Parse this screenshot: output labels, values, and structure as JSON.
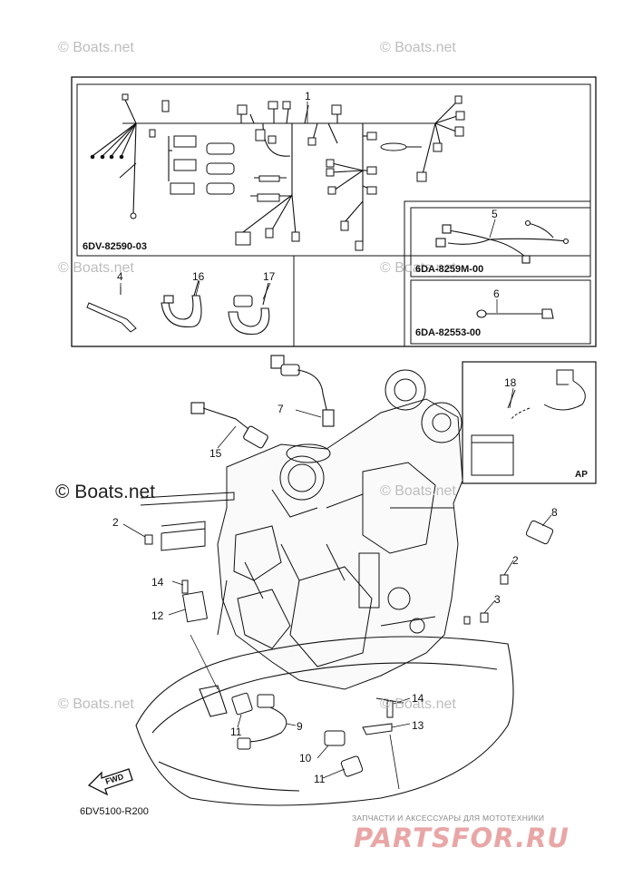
{
  "watermarks": {
    "text": "© Boats.net",
    "large": "© Boats.net"
  },
  "codes": {
    "main_harness": "6DV-82590-03",
    "sub_harness_5": "6DA-8259M-00",
    "lead_6": "6DA-82553-00",
    "figure_id": "6DV5100-R200"
  },
  "labels": {
    "ap": "AP",
    "fwd": "FWD"
  },
  "callouts": {
    "c1": "1",
    "c2a": "2",
    "c2b": "2",
    "c3": "3",
    "c4": "4",
    "c5": "5",
    "c6": "6",
    "c7": "7",
    "c8": "8",
    "c9": "9",
    "c10": "10",
    "c11a": "11",
    "c11b": "11",
    "c12": "12",
    "c13": "13",
    "c14a": "14",
    "c14b": "14",
    "c15": "15",
    "c16": "16",
    "c17": "17",
    "c18": "18"
  },
  "brand": {
    "tagline": "ЗАПЧАСТИ И АКСЕССУАРЫ ДЛЯ МОТОТЕХНИКИ",
    "logo": "PARTSFOR.RU"
  },
  "colors": {
    "line": "#111111",
    "watermark": "#bdbdbd",
    "brand_logo": "#e9a6a6"
  }
}
